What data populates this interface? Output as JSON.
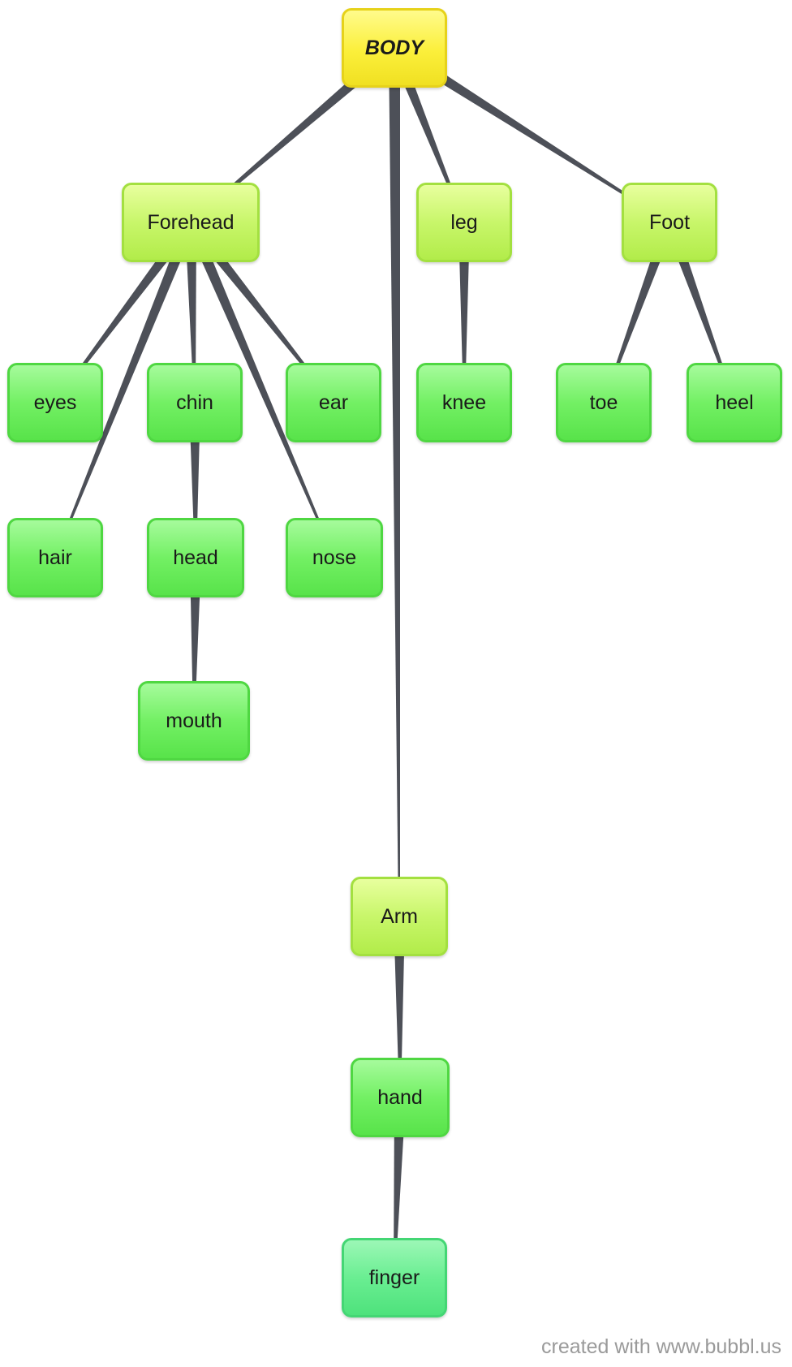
{
  "nodes": {
    "body": "BODY",
    "forehead": "Forehead",
    "leg": "leg",
    "foot": "Foot",
    "eyes": "eyes",
    "chin": "chin",
    "ear": "ear",
    "knee": "knee",
    "toe": "toe",
    "heel": "heel",
    "hair": "hair",
    "head": "head",
    "nose": "nose",
    "mouth": "mouth",
    "arm": "Arm",
    "hand": "hand",
    "finger": "finger"
  },
  "edges": [
    [
      "body",
      "forehead"
    ],
    [
      "body",
      "arm"
    ],
    [
      "body",
      "leg"
    ],
    [
      "body",
      "foot"
    ],
    [
      "forehead",
      "eyes"
    ],
    [
      "forehead",
      "hair"
    ],
    [
      "forehead",
      "chin"
    ],
    [
      "forehead",
      "nose"
    ],
    [
      "forehead",
      "ear"
    ],
    [
      "chin",
      "head"
    ],
    [
      "head",
      "mouth"
    ],
    [
      "leg",
      "knee"
    ],
    [
      "foot",
      "toe"
    ],
    [
      "foot",
      "heel"
    ],
    [
      "arm",
      "hand"
    ],
    [
      "hand",
      "finger"
    ]
  ],
  "colors": {
    "edge": "#4d5058",
    "root": "#fbef3a",
    "level1": "#c8f66a",
    "level2": "#73f064",
    "level3": "#6aee92"
  },
  "footer": "created with www.bubbl.us"
}
